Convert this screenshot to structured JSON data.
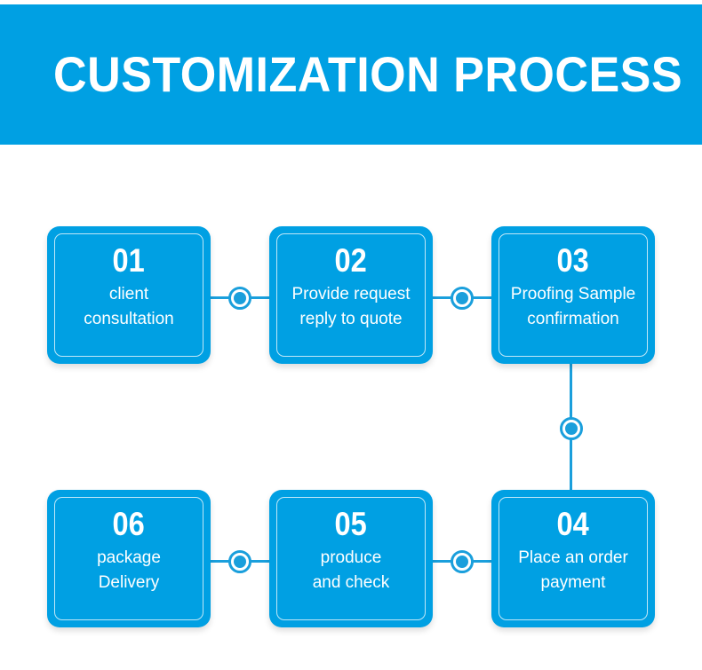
{
  "header": {
    "title": "CUSTOMIZATION PROCESS",
    "background_color": "#00a0e3",
    "text_color": "#ffffff"
  },
  "theme": {
    "card_color": "#00a0e3",
    "connector_color": "#1a9fdc",
    "page_background": "#ffffff",
    "inner_border_color": "rgba(255,255,255,0.75)"
  },
  "diagram": {
    "type": "process-flow",
    "steps": [
      {
        "number": "01",
        "label_line1": "client",
        "label_line2": "consultation"
      },
      {
        "number": "02",
        "label_line1": "Provide request",
        "label_line2": "reply to quote"
      },
      {
        "number": "03",
        "label_line1": "Proofing Sample",
        "label_line2": "confirmation"
      },
      {
        "number": "04",
        "label_line1": "Place an order",
        "label_line2": "payment"
      },
      {
        "number": "05",
        "label_line1": "produce",
        "label_line2": "and check"
      },
      {
        "number": "06",
        "label_line1": "package",
        "label_line2": "Delivery"
      }
    ]
  }
}
